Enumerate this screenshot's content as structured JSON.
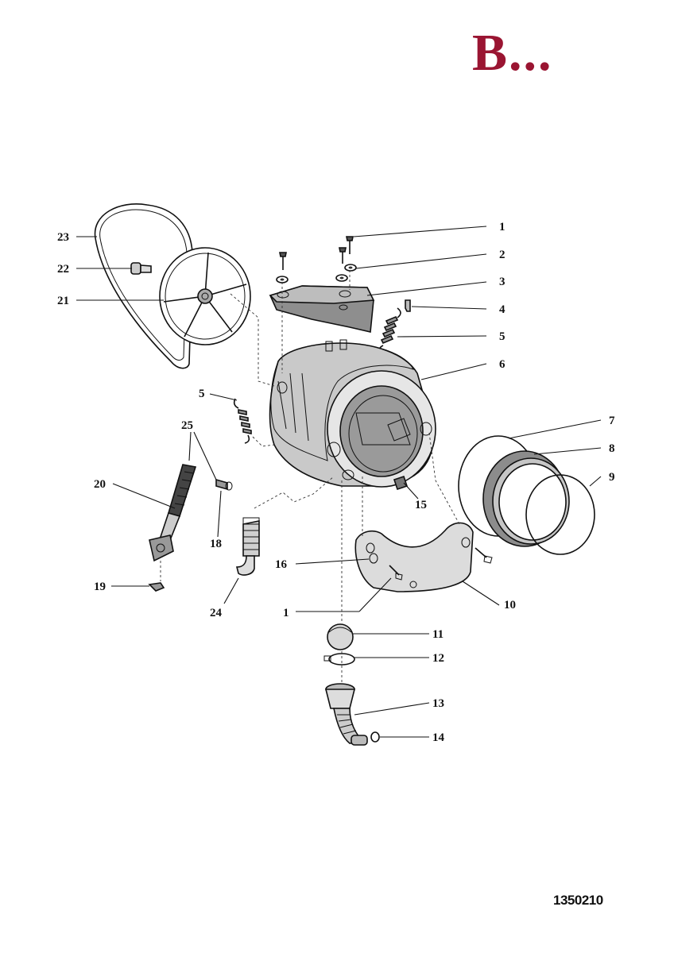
{
  "header": {
    "title": "B...",
    "title_color": "#9a1532"
  },
  "footer": {
    "drawing_code": "1350210"
  },
  "callouts": [
    {
      "id": "c1a",
      "text": "1"
    },
    {
      "id": "c2",
      "text": "2"
    },
    {
      "id": "c3",
      "text": "3"
    },
    {
      "id": "c4",
      "text": "4"
    },
    {
      "id": "c5a",
      "text": "5"
    },
    {
      "id": "c6",
      "text": "6"
    },
    {
      "id": "c7",
      "text": "7"
    },
    {
      "id": "c8",
      "text": "8"
    },
    {
      "id": "c9",
      "text": "9"
    },
    {
      "id": "c10",
      "text": "10"
    },
    {
      "id": "c11",
      "text": "11"
    },
    {
      "id": "c12",
      "text": "12"
    },
    {
      "id": "c13",
      "text": "13"
    },
    {
      "id": "c14",
      "text": "14"
    },
    {
      "id": "c15",
      "text": "15"
    },
    {
      "id": "c16",
      "text": "16"
    },
    {
      "id": "c1b",
      "text": "1"
    },
    {
      "id": "c24",
      "text": "24"
    },
    {
      "id": "c19",
      "text": "19"
    },
    {
      "id": "c18",
      "text": "18"
    },
    {
      "id": "c20",
      "text": "20"
    },
    {
      "id": "c25",
      "text": "25"
    },
    {
      "id": "c5b",
      "text": "5"
    },
    {
      "id": "c21",
      "text": "21"
    },
    {
      "id": "c22",
      "text": "22"
    },
    {
      "id": "c23",
      "text": "23"
    }
  ]
}
